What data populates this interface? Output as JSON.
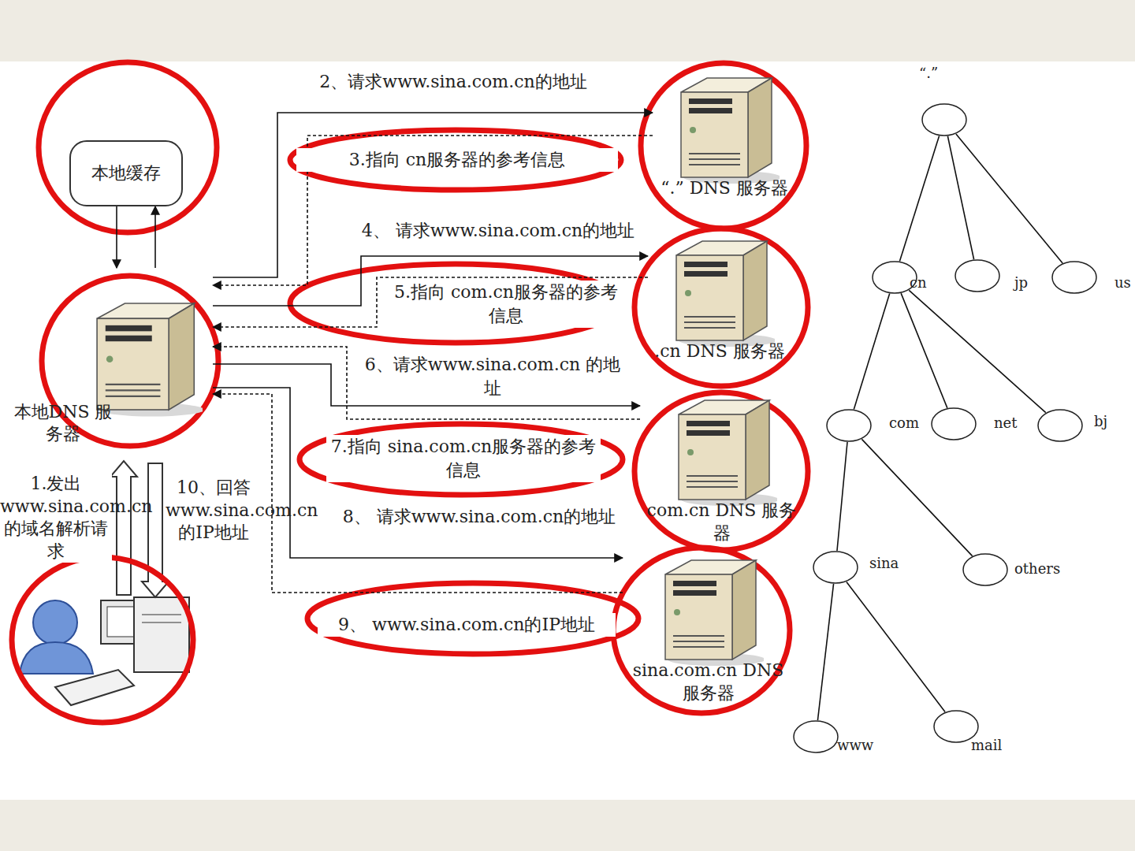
{
  "diagram": {
    "nodes": [
      {
        "text": [
          "本地缓存"
        ]
      },
      {
        "text": [
          "本地DNS 服务器"
        ]
      },
      {
        "text": [
          "“.” DNS 服务器"
        ]
      },
      {
        "text": [
          ".cn DNS 服务器"
        ]
      },
      {
        "text": [
          "com.cn DNS 服务器"
        ]
      },
      {
        "text": [
          "sina.com.cn DNS 服务器"
        ]
      },
      {
        "text": [
          "“.”"
        ]
      },
      {
        "text": [
          "cn"
        ]
      },
      {
        "text": [
          "jp"
        ]
      },
      {
        "text": [
          "us"
        ]
      },
      {
        "text": [
          "com"
        ]
      },
      {
        "text": [
          "net"
        ]
      },
      {
        "text": [
          "bj"
        ]
      },
      {
        "text": [
          "sina"
        ]
      },
      {
        "text": [
          "others"
        ]
      },
      {
        "text": [
          "www"
        ]
      },
      {
        "text": [
          "mail"
        ]
      }
    ],
    "edges": [
      {
        "from": 0,
        "to": 1,
        "arrow": "to"
      },
      {
        "from": 1,
        "to": 0,
        "arrow": "to"
      },
      {
        "from": 1,
        "to": 2,
        "label": "2、请求www.sina.com.cn的地址",
        "arrow": "to"
      },
      {
        "from": 2,
        "to": 1,
        "label": "3.指向 cn服务器的参考信息",
        "arrow": "to"
      },
      {
        "from": 1,
        "to": 3,
        "label": "4、 请求www.sina.com.cn的地址",
        "arrow": "to"
      },
      {
        "from": 3,
        "to": 1,
        "label": "5.指向 com.cn服务器的参考信息",
        "arrow": "to"
      },
      {
        "from": 1,
        "to": 4,
        "label": "6、请求www.sina.com.cn 的地址",
        "arrow": "to"
      },
      {
        "from": 4,
        "to": 1,
        "label": "7.指向 sina.com.cn服务器的参考信息",
        "arrow": "to"
      },
      {
        "from": 1,
        "to": 5,
        "label": "8、 请求www.sina.com.cn的地址",
        "arrow": "to"
      },
      {
        "from": 5,
        "to": 1,
        "label": "9、 www.sina.com.cn的IP地址",
        "arrow": "to"
      },
      {
        "from": 6,
        "to": 7,
        "arrow": "none"
      },
      {
        "from": 6,
        "to": 8,
        "arrow": "none"
      },
      {
        "from": 6,
        "to": 9,
        "arrow": "none"
      },
      {
        "from": 7,
        "to": 10,
        "arrow": "none"
      },
      {
        "from": 7,
        "to": 11,
        "arrow": "none"
      },
      {
        "from": 7,
        "to": 12,
        "arrow": "none"
      },
      {
        "from": 10,
        "to": 13,
        "arrow": "none"
      },
      {
        "from": 10,
        "to": 14,
        "arrow": "none"
      },
      {
        "from": 13,
        "to": 15,
        "arrow": "none"
      },
      {
        "from": 13,
        "to": 16,
        "arrow": "none"
      }
    ],
    "labels": [
      "1.发出 www.sina.com.cn 的域名解析请求",
      "10、回答 www.sina.com.cn 的IP地址"
    ]
  }
}
